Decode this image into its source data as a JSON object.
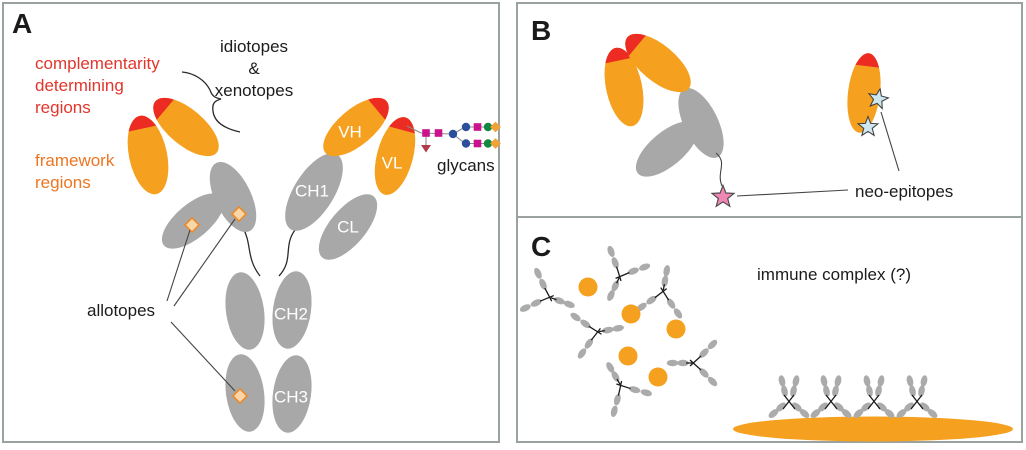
{
  "panels": {
    "a": {
      "label": "A",
      "annotations": {
        "cdr": "complementarity\ndetermining\nregions",
        "framework": "framework\nregions",
        "idiotopes": "idiotopes\n&\nxenotopes",
        "glycans": "glycans",
        "allotopes": "allotopes"
      },
      "domains": {
        "vh": "VH",
        "vl": "VL",
        "ch1": "CH1",
        "cl": "CL",
        "ch2": "CH2",
        "ch3": "CH3"
      }
    },
    "b": {
      "label": "B",
      "annotations": {
        "neo_epitopes": "neo-epitopes"
      }
    },
    "c": {
      "label": "C",
      "annotations": {
        "immune_complex": "immune complex (?)"
      }
    }
  },
  "icons": {
    "cdr-tip": "red cap on orange variable domain",
    "allotope-diamond": "small peach diamond marker",
    "glycan-chain": "branched chain of squares, circles, diamonds and a triangle",
    "neo-epitope-star-pink": "pink five-point star",
    "neo-epitope-star-blue": "light-blue five-point star",
    "mini-antibody": "small gray Y-shaped antibody",
    "antigen-circle": "orange circle antigen",
    "antigen-surface": "large flat orange ellipse"
  },
  "colors": {
    "orange": "#F5A11F",
    "red": "#EC2B22",
    "gray": "#A8A8A8",
    "miniGray": "#ABABAB",
    "panelBorder": "#99A2A0",
    "redText": "#E2352C",
    "orangeText": "#EE7522",
    "ink": "#1c1c1c",
    "pinkStar": "#EE87B4",
    "blueStar": "#CFE8F0",
    "glycanMagenta": "#C9128C",
    "glycanBlue": "#2C4E9C",
    "glycanGreen": "#12873F",
    "glycanOrange": "#F1A236",
    "glycanTriangle": "#B23B4B",
    "diamondFill": "#F9D6A8",
    "diamondStroke": "#E98A2B"
  }
}
